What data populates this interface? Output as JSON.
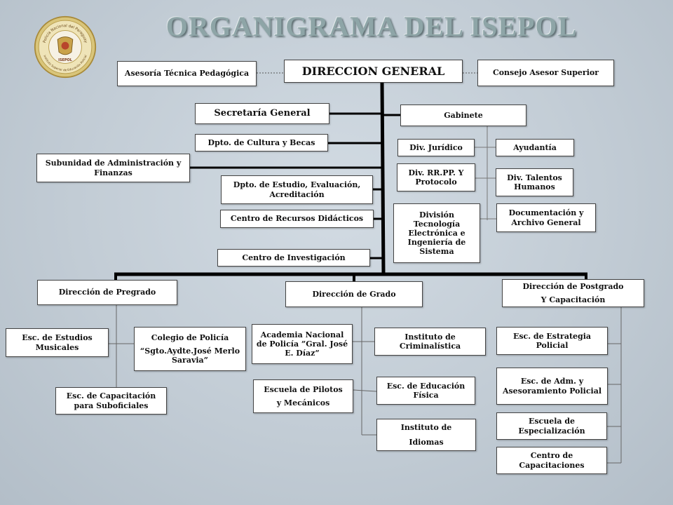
{
  "title": "ORGANIGRAMA DEL ISEPOL",
  "logo": {
    "icon": "isepol-seal-icon",
    "ring_text_top": "Policía Nacional del Paraguay",
    "ring_text_bottom": "Instituto Superior de Educación Policial",
    "center_text": "ISEPOL",
    "colors": {
      "ring": "#e8d9a0",
      "rim": "#b79b4a",
      "inner": "#f4efe0"
    }
  },
  "colors": {
    "line": "#000000",
    "dashed": "#555555",
    "box_border": "#444444",
    "background": "#c8d1d9"
  },
  "top": {
    "direccion_general": "DIRECCION GENERAL",
    "asesoria": "Asesoría Técnica Pedagógica",
    "consejo": "Consejo Asesor Superior"
  },
  "staff_left": {
    "secretaria": "Secretaría General",
    "cultura_becas": "Dpto. de Cultura y Becas",
    "subunidad": "Subunidad de Administración y Finanzas",
    "estudio": "Dpto. de Estudio, Evaluación, Acreditación",
    "recursos": "Centro de Recursos Didácticos",
    "investigacion": "Centro de Investigación"
  },
  "gabinete": {
    "label": "Gabinete",
    "juridico": "Div. Jurídico",
    "ayudantia": "Ayudantía",
    "rrpp": "Div. RR.PP. Y Protocolo",
    "talentos": "Div. Talentos Humanos",
    "tecnologia": "División Tecnología Electrónica e Ingeniería de Sistema",
    "documentacion": "Documentación y Archivo General"
  },
  "pregrado": {
    "label": "Dirección de Pregrado",
    "musicales": "Esc. de Estudios Musicales",
    "colegio_l1": "Colegio de Policía",
    "colegio_l2": "“Sgto.Aydte.José Merlo Saravia”",
    "suboficiales": "Esc. de Capacitación para Suboficiales"
  },
  "grado": {
    "label": "Dirección de Grado",
    "academia": "Academia Nacional de Policía ”Gral. José E. Díaz”",
    "criminalistica": "Instituto de Criminalística",
    "pilotos_l1": "Escuela de Pilotos",
    "pilotos_l2": "y Mecánicos",
    "educacion_fisica": "Esc. de Educación Física",
    "idiomas_l1": "Instituto de",
    "idiomas_l2": "Idiomas"
  },
  "postgrado": {
    "label_l1": "Dirección de Postgrado",
    "label_l2": "Y Capacitación",
    "estrategia": "Esc. de Estrategia Policial",
    "asesoramiento": "Esc. de Adm. y Asesoramiento Policial",
    "especializacion": "Escuela de Especialización",
    "capacitaciones": "Centro de Capacitaciones"
  }
}
